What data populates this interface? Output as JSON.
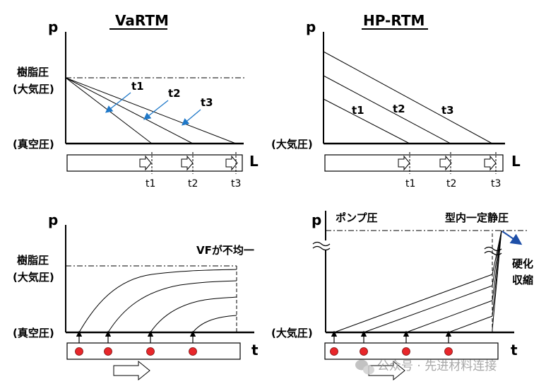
{
  "panels": {
    "vartm_top": {
      "title": "VaRTM",
      "y_axis": "p",
      "x_axis": "L",
      "y_label_resin_1": "樹脂圧",
      "y_label_resin_2": "(大気圧)",
      "y_label_vacuum": "(真空圧)",
      "curve_labels": [
        "t1",
        "t2",
        "t3"
      ],
      "tick_labels": [
        "t1",
        "t2",
        "t3"
      ]
    },
    "hprtm_top": {
      "title": "HP-RTM",
      "y_axis": "p",
      "x_axis": "L",
      "y_label_atm": "(大気圧)",
      "curve_labels": [
        "t1",
        "t2",
        "t3"
      ],
      "tick_labels": [
        "t1",
        "t2",
        "t3"
      ]
    },
    "vartm_bottom": {
      "y_axis": "p",
      "x_axis": "t",
      "y_label_resin_1": "樹脂圧",
      "y_label_resin_2": "(大気圧)",
      "y_label_vacuum": "(真空圧)",
      "annotation": "VFが不均一"
    },
    "hprtm_bottom": {
      "y_axis": "p",
      "x_axis": "t",
      "y_label_atm": "(大気圧)",
      "pump_label": "ポンプ圧",
      "static_label": "型内一定静圧",
      "cure_1": "硬化",
      "cure_2": "収縮"
    }
  },
  "watermark": "公众号 · 先进材料连接",
  "colors": {
    "line": "#000000",
    "arrow_blue": "#1f78c8",
    "dot_red": "#e8262a",
    "cure_arrow": "#1e4fa8"
  }
}
